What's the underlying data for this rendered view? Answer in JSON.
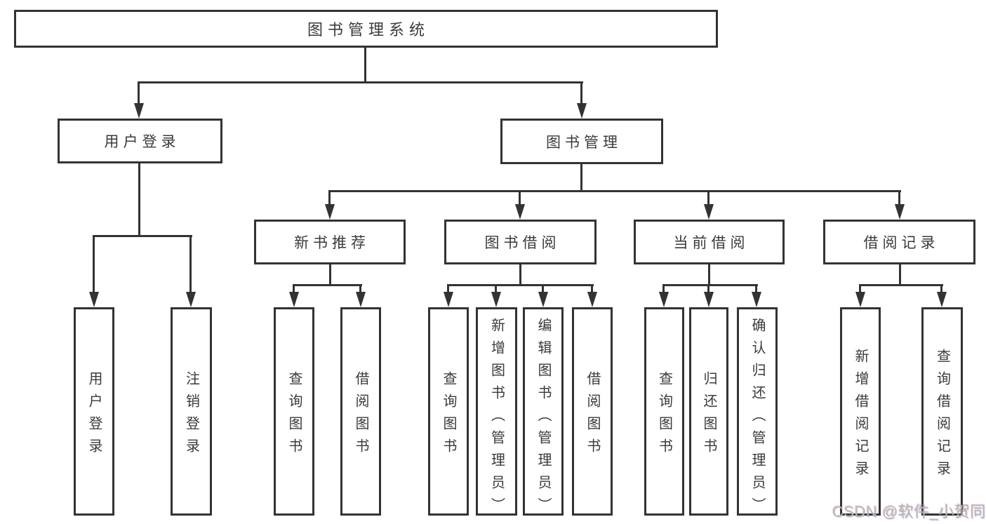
{
  "diagram": {
    "nodes": {
      "root": "图书管理系统",
      "user_login": "用户登录",
      "book_mgmt": "图书管理",
      "new_books": "新书推荐",
      "book_borrow": "图书借阅",
      "current_borrow": "当前借阅",
      "borrow_records": "借阅记录",
      "leaf_user_login": "用户登录",
      "leaf_logout": "注销登录",
      "leaf_nb_query": "查询图书",
      "leaf_nb_borrow": "借阅图书",
      "leaf_bb_query": "查询图书",
      "leaf_bb_add": "新增图书（管理员）",
      "leaf_bb_edit": "编辑图书（管理员）",
      "leaf_bb_borrow": "借阅图书",
      "leaf_cb_query": "查询图书",
      "leaf_cb_return": "归还图书",
      "leaf_cb_confirm": "确认归还（管理员）",
      "leaf_br_add": "新增借阅记录",
      "leaf_br_query": "查询借阅记录"
    },
    "watermark": "CSDN @软件_小贺同学",
    "colors": {
      "line": "#333333",
      "text": "#3a3a3a",
      "watermark": "#b6b6b6",
      "background": "#ffffff"
    }
  }
}
